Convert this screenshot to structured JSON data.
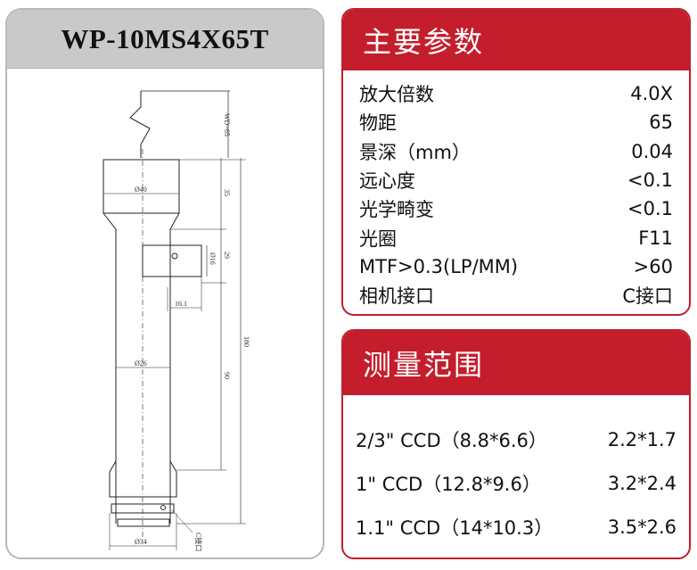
{
  "model": "WP-10MS4X65T",
  "drawing": {
    "labels": {
      "wd": "WD=65",
      "d40": "Ø40",
      "d16": "Ø16",
      "d26": "Ø26",
      "d34": "Ø34",
      "l35": "35",
      "l29": "29",
      "l16_1": "16.1",
      "l180": "180",
      "l90": "90",
      "mount": "C接口"
    }
  },
  "params": {
    "title": "主要参数",
    "rows": [
      {
        "label": "放大倍数",
        "value": "4.0X"
      },
      {
        "label": "物距",
        "value": "65"
      },
      {
        "label": "景深（mm）",
        "value": "0.04"
      },
      {
        "label": "远心度",
        "value": "<0.1"
      },
      {
        "label": "光学畸变",
        "value": "<0.1"
      },
      {
        "label": "光圈",
        "value": "F11"
      },
      {
        "label": "MTF>0.3(LP/MM)",
        "value": ">60"
      },
      {
        "label": "相机接口",
        "value": "C接口"
      }
    ]
  },
  "range": {
    "title": "测量范围",
    "rows": [
      {
        "label": "2/3\" CCD（8.8*6.6）",
        "value": "2.2*1.7"
      },
      {
        "label": "1\" CCD（12.8*9.6）",
        "value": "3.2*2.4"
      },
      {
        "label": "1.1\" CCD（14*10.3）",
        "value": "3.5*2.6"
      }
    ]
  }
}
